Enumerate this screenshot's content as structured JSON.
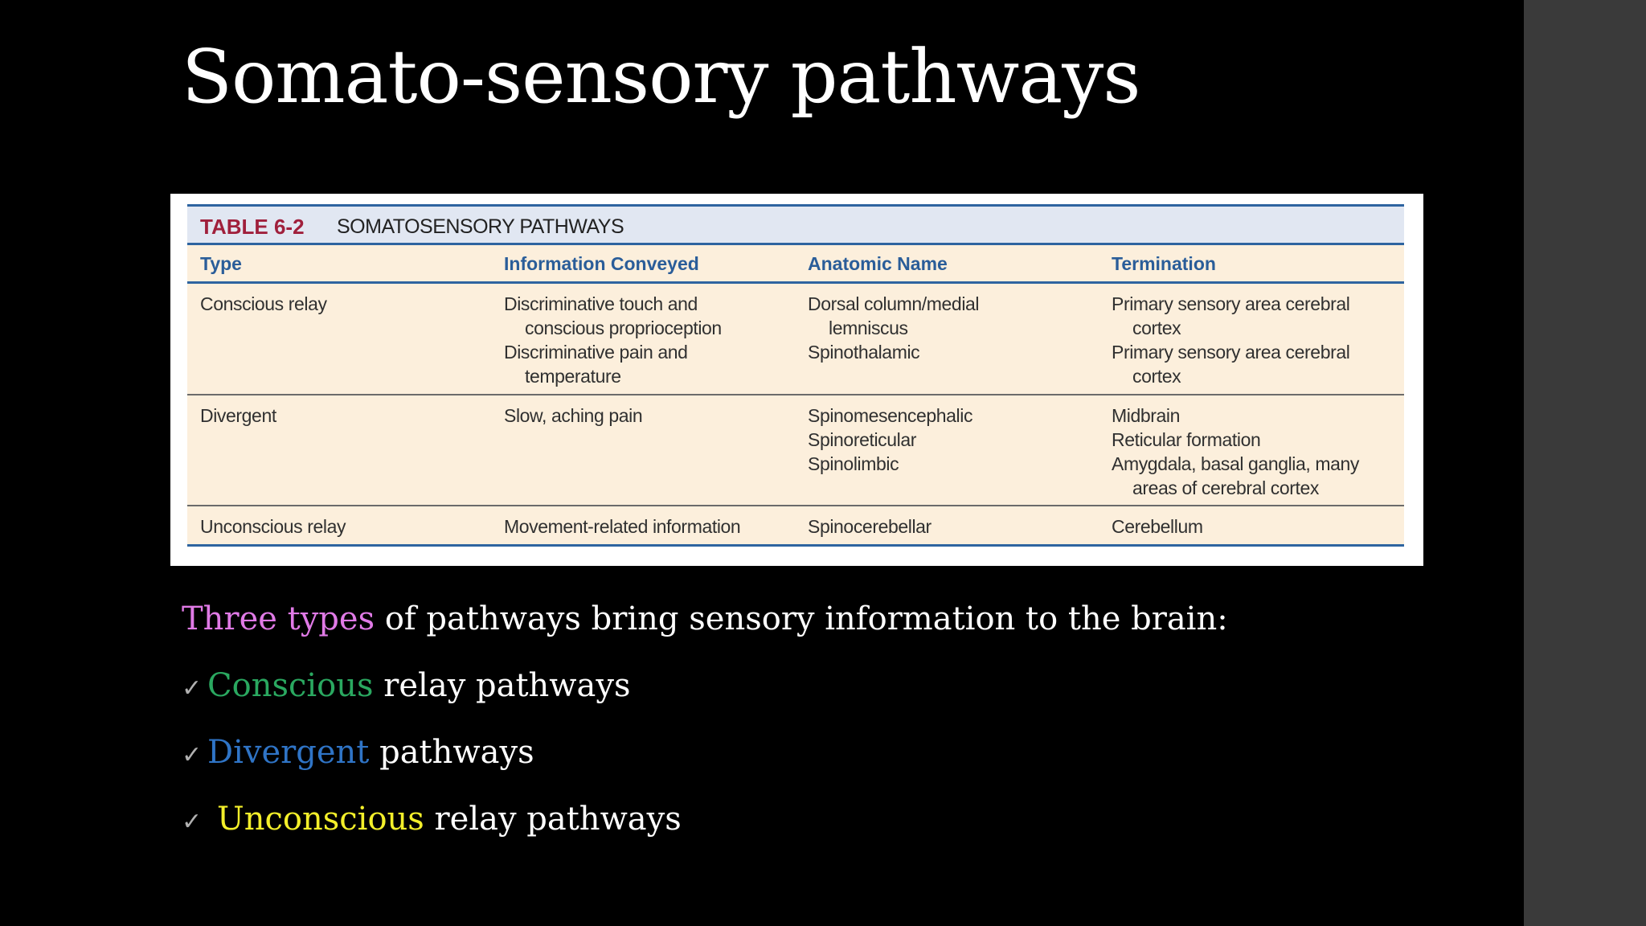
{
  "slide": {
    "title": "Somato-sensory pathways"
  },
  "table": {
    "number": "TABLE 6-2",
    "caption": "SOMATOSENSORY PATHWAYS",
    "headers": [
      "Type",
      "Information Conveyed",
      "Anatomic Name",
      "Termination"
    ],
    "rows": [
      {
        "type": [
          "Conscious relay"
        ],
        "info": [
          "Discriminative touch and",
          "conscious proprioception",
          "Discriminative pain and",
          "temperature"
        ],
        "anatomic": [
          "Dorsal column/medial",
          "lemniscus",
          "Spinothalamic"
        ],
        "termination": [
          "Primary sensory area cerebral",
          "cortex",
          "Primary sensory area cerebral",
          "cortex"
        ]
      },
      {
        "type": [
          "Divergent"
        ],
        "info": [
          "Slow, aching pain"
        ],
        "anatomic": [
          "Spinomesencephalic",
          "Spinoreticular",
          "Spinolimbic"
        ],
        "termination": [
          "Midbrain",
          "Reticular formation",
          "Amygdala, basal ganglia, many",
          "areas of cerebral cortex"
        ]
      },
      {
        "type": [
          "Unconscious relay"
        ],
        "info": [
          "Movement-related information"
        ],
        "anatomic": [
          "Spinocerebellar"
        ],
        "termination": [
          "Cerebellum"
        ]
      }
    ]
  },
  "bullets": {
    "intro_highlight": "Three types",
    "intro_rest": " of pathways bring sensory information to the brain:",
    "check_glyph": "✓",
    "items": [
      {
        "highlight": "Conscious",
        "rest": " relay pathways"
      },
      {
        "highlight": "Divergent",
        "rest": " pathways"
      },
      {
        "highlight": "Unconscious",
        "rest": " relay pathways"
      }
    ]
  },
  "colors": {
    "background": "#000000",
    "side_panel": "#3a3a3a",
    "table_rule": "#2e64a0",
    "table_number": "#a0203c",
    "pink": "#e07ae6",
    "green": "#2aa860",
    "blue": "#2f74c6",
    "yellow": "#f3ef2a"
  }
}
